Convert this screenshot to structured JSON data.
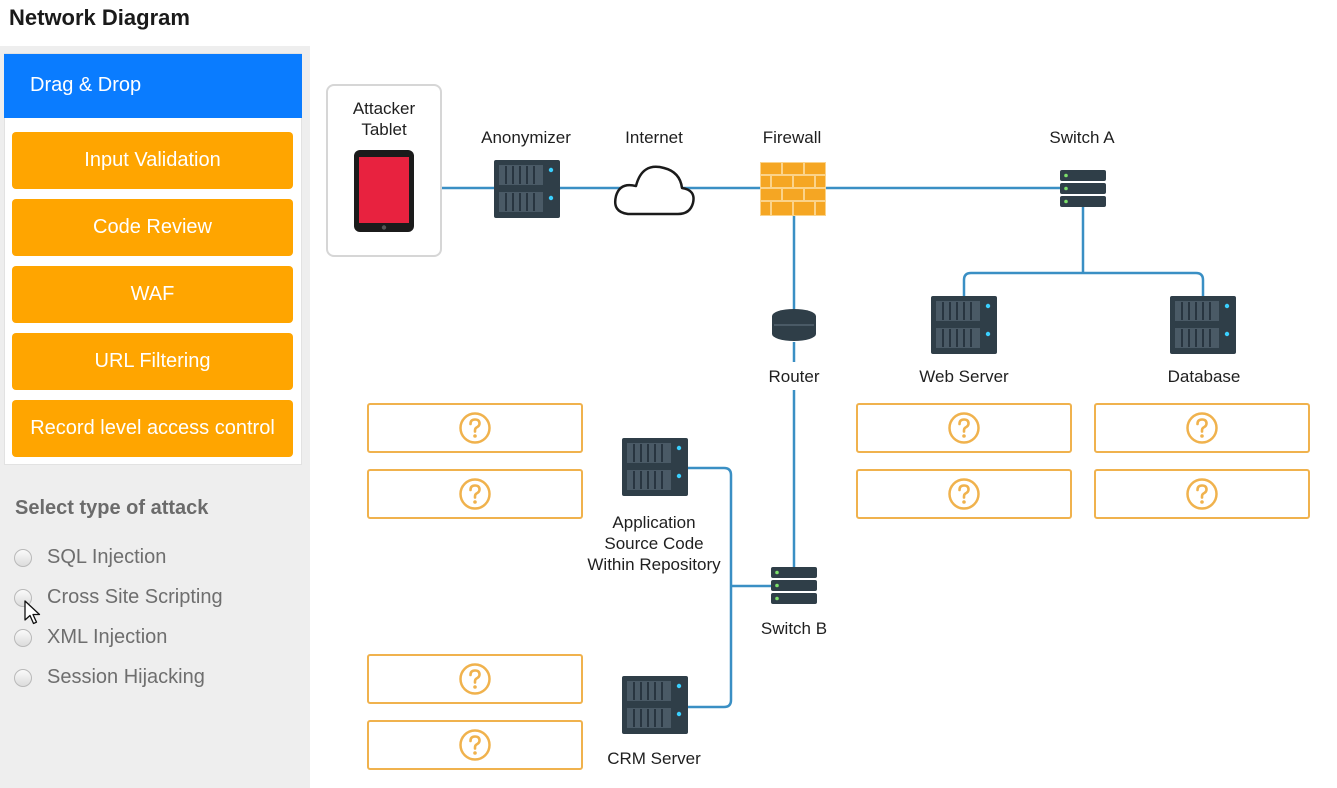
{
  "page": {
    "title": "Network Diagram"
  },
  "sidebar": {
    "drag_drop_label": "Drag & Drop",
    "tools": [
      {
        "label": "Input Validation"
      },
      {
        "label": "Code Review"
      },
      {
        "label": "WAF"
      },
      {
        "label": "URL Filtering"
      },
      {
        "label": "Record level access control"
      }
    ],
    "attack_title": "Select type of attack",
    "attack_options": [
      {
        "label": "SQL Injection"
      },
      {
        "label": "Cross Site Scripting"
      },
      {
        "label": "XML Injection"
      },
      {
        "label": "Session Hijacking"
      }
    ]
  },
  "diagram": {
    "nodes": {
      "attacker_tablet": "Attacker Tablet",
      "anonymizer": "Anonymizer",
      "internet": "Internet",
      "firewall": "Firewall",
      "switch_a": "Switch A",
      "router": "Router",
      "web_server": "Web Server",
      "database": "Database",
      "app_source_1": "Application",
      "app_source_2": "Source Code",
      "app_source_3": "Within Repository",
      "switch_b": "Switch B",
      "crm_server": "CRM Server"
    },
    "drop_slot_icon": "question-circle-icon"
  },
  "colors": {
    "accent_blue": "#0a7cff",
    "tool_orange": "#ffa500",
    "link_blue": "#3a8fc4",
    "drop_border": "#f0b24d",
    "firewall_orange": "#f5a623",
    "tablet_red": "#e8223f"
  }
}
